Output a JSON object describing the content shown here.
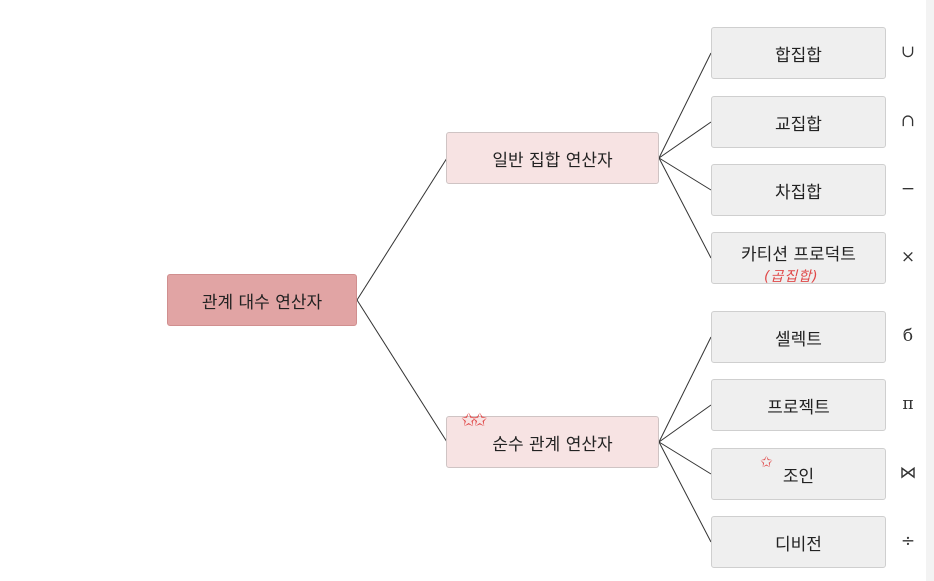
{
  "root": "관계 대수 연산자",
  "groups": [
    {
      "label": "일반 집합 연산자",
      "items": [
        {
          "label": "합집합",
          "symbol": "∪"
        },
        {
          "label": "교집합",
          "symbol": "∩"
        },
        {
          "label": "차집합",
          "symbol": "−"
        },
        {
          "label": "카티션 프로덕트",
          "symbol": "×"
        }
      ]
    },
    {
      "label": "순수 관계 연산자",
      "items": [
        {
          "label": "셀렉트",
          "symbol": "б"
        },
        {
          "label": "프로젝트",
          "symbol": "π"
        },
        {
          "label": "조인",
          "symbol": "⋈"
        },
        {
          "label": "디비전",
          "symbol": "÷"
        }
      ]
    }
  ],
  "annotations": {
    "cartesian_note": "(곱집합)",
    "star_mark": "✩",
    "double_star_mark": "✩✩"
  },
  "colors": {
    "root_fill": "#e1a4a4",
    "group_fill": "#f7e3e3",
    "leaf_fill": "#efefef",
    "annotation": "#e04848",
    "line": "#333333"
  }
}
